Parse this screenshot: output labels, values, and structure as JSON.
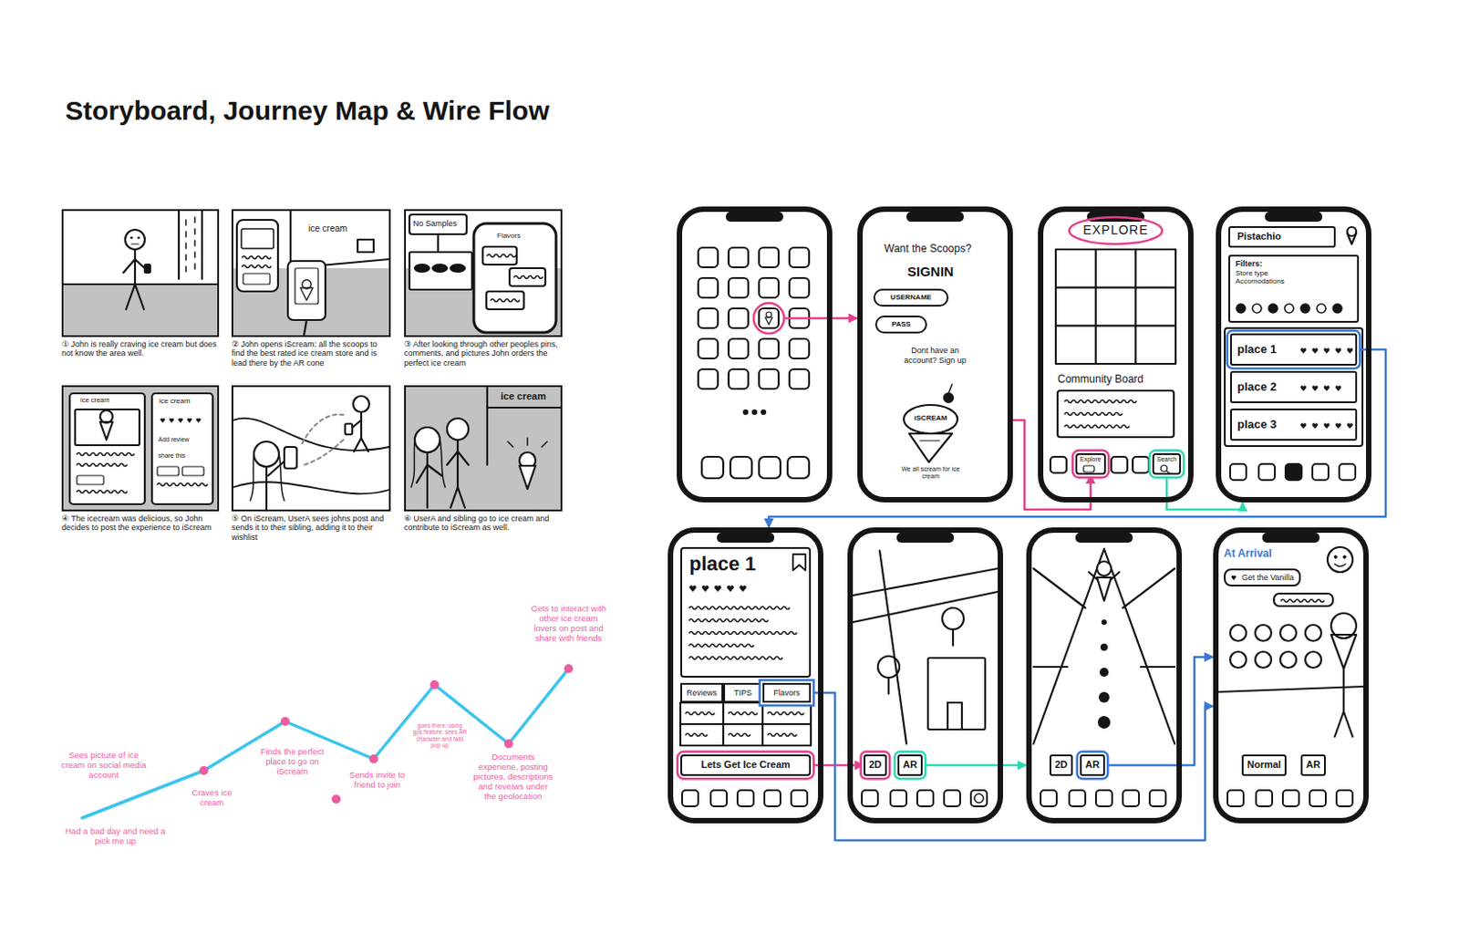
{
  "diagram": {
    "title": "Storyboard, Journey Map & Wire Flow",
    "nodes": [
      {
        "text": [
          "① John is really craving ice cream but does not know the area well."
        ]
      },
      {
        "text": [
          "② John opens iScream: all the scoops to find the best rated ice cream store and is lead there by the AR cone"
        ]
      },
      {
        "text": [
          "③ After looking through other peoples pins, comments, and pictures John orders the perfect ice cream"
        ]
      },
      {
        "text": [
          "④ The icecream was delicious, so John decides to post the experience to iScream"
        ]
      },
      {
        "text": [
          "⑤ On iScream, UserA sees johns post and sends it to their sibling, adding it to their wishlist"
        ]
      },
      {
        "text": [
          "⑥ UserA and sibling go to ice cream and contribute to iScream as well."
        ]
      },
      {
        "text": []
      },
      {
        "text": [
          "Want the Scoops?",
          "SIGNIN",
          "Dont have an account? Sign up",
          "iSCREAM",
          "We all scream for ice cream"
        ]
      },
      {
        "text": [
          "USERNAME"
        ],
        "in": 7
      },
      {
        "text": [
          "PASS"
        ],
        "in": 7
      },
      {
        "text": [
          "EXPLORE",
          "Community Board"
        ]
      },
      {
        "text": [
          "Explore"
        ],
        "in": 10
      },
      {
        "text": [
          "Search"
        ],
        "in": 10
      },
      {
        "text": []
      },
      {
        "text": [
          "Pistachio"
        ],
        "in": 13
      },
      {
        "text": [
          "Filters:",
          "Store type",
          "Accomodations"
        ],
        "in": 13
      },
      {
        "text": [
          "place 1"
        ],
        "in": 13
      },
      {
        "text": [
          "place 2"
        ],
        "in": 13
      },
      {
        "text": [
          "place 3"
        ],
        "in": 13
      },
      {
        "text": []
      },
      {
        "text": [
          "place 1"
        ],
        "in": 19
      },
      {
        "text": [
          "Reviews"
        ],
        "in": 19
      },
      {
        "text": [
          "TIPS"
        ],
        "in": 19
      },
      {
        "text": [
          "Flavors"
        ],
        "in": 19
      },
      {
        "text": [
          "Lets Get Ice Cream"
        ],
        "in": 19
      },
      {
        "text": []
      },
      {
        "text": [
          "2D"
        ],
        "in": 25
      },
      {
        "text": [
          "AR"
        ],
        "in": 25
      },
      {
        "text": []
      },
      {
        "text": [
          "2D"
        ],
        "in": 28
      },
      {
        "text": [
          "AR"
        ],
        "in": 28
      },
      {
        "text": [
          "At Arrival"
        ]
      },
      {
        "text": [
          "Get the Vanilla"
        ],
        "in": 31
      },
      {
        "text": [
          "Normal"
        ],
        "in": 31
      },
      {
        "text": [
          "AR"
        ],
        "in": 31
      }
    ],
    "edges": [
      {
        "from": 6,
        "to": 7,
        "arrow": "to"
      },
      {
        "from": 7,
        "to": 11,
        "arrow": "to"
      },
      {
        "from": 12,
        "to": 13,
        "arrow": "to"
      },
      {
        "from": 16,
        "to": 19,
        "arrow": "to"
      },
      {
        "from": 24,
        "to": 26,
        "arrow": "to"
      },
      {
        "from": 27,
        "to": 28,
        "arrow": "to"
      },
      {
        "from": 30,
        "to": 31,
        "arrow": "to"
      },
      {
        "from": 23,
        "to": 31,
        "arrow": "to"
      }
    ],
    "labels": [
      "ice cream",
      "No Samples",
      "Flavors",
      "ice cream",
      "ice cream",
      "Add review",
      "share this",
      "ice cream",
      "Had a bad day and need a pick me up",
      "Sees picture of ice cream on social media account",
      "Craves ice cream",
      "Finds the perfect place to go on iScream",
      "Sends invite to friend to join",
      "goes there; using gps feature, sees AR character and fails pop up",
      "Documents experiene, posting pictures, descriptions and reveiws under the geolocation",
      "Gets to interact with other ice cream lovers on post and share with friends"
    ]
  }
}
